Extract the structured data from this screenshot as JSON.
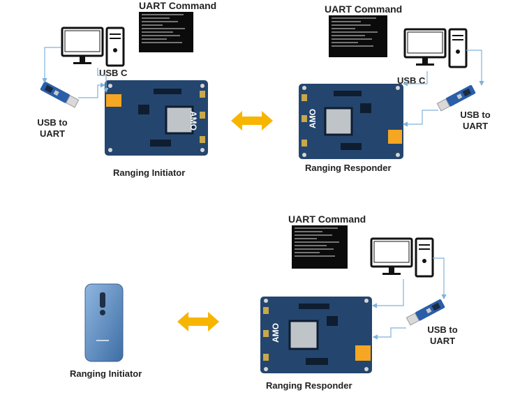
{
  "top": {
    "initiator": {
      "uart_title": "UART Command",
      "usbc_label": "USB C",
      "usb_uart_line1": "USB to",
      "usb_uart_line2": "UART",
      "caption": "Ranging Initiator",
      "board_logo": "AMO"
    },
    "responder": {
      "uart_title": "UART Command",
      "usbc_label": "USB C",
      "usb_uart_line1": "USB to",
      "usb_uart_line2": "UART",
      "caption": "Ranging Responder",
      "board_logo": "AMO"
    }
  },
  "bottom": {
    "initiator": {
      "caption": "Ranging Initiator"
    },
    "responder": {
      "uart_title": "UART Command",
      "usb_uart_line1": "USB to",
      "usb_uart_line2": "UART",
      "caption": "Ranging Responder",
      "board_logo": "AMO"
    }
  },
  "colors": {
    "board": "#24456e",
    "usb_c": "#f5a623",
    "arrow": "#f7b500",
    "link": "#7fb2dc",
    "phone": "#5f8fc4"
  }
}
